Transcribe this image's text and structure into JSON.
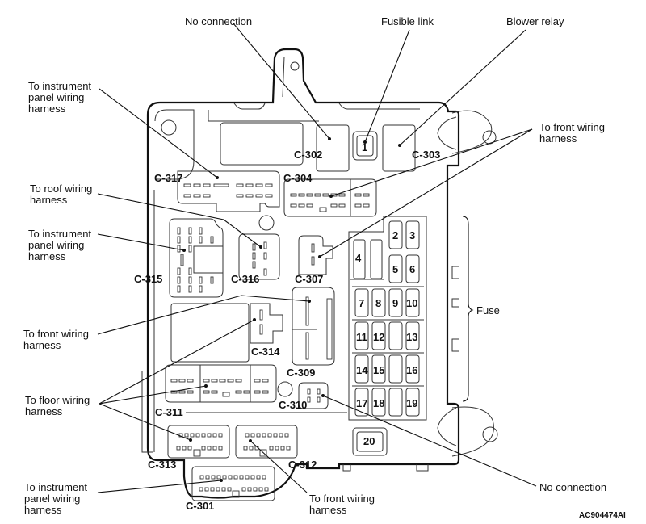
{
  "diagram": {
    "title_code": "AC904474AI",
    "labels": {
      "no_connection_top": "No connection",
      "fusible_link": "Fusible link",
      "blower_relay": "Blower relay",
      "to_ip_harness_1": [
        "To instrument",
        "panel wiring",
        "harness"
      ],
      "to_front_harness_tr": [
        "To front wiring",
        "harness"
      ],
      "to_roof_harness": [
        "To roof wiring",
        "harness"
      ],
      "to_ip_harness_2": [
        "To instrument",
        "panel wiring",
        "harness"
      ],
      "fuse": "Fuse",
      "to_front_harness_l": [
        "To front wiring",
        "harness"
      ],
      "to_floor_harness": [
        "To floor wiring",
        "harness"
      ],
      "to_ip_harness_3": [
        "To instrument",
        "panel wiring",
        "harness"
      ],
      "to_front_harness_b": [
        "To front wiring",
        "harness"
      ],
      "no_connection_bottom": "No connection"
    },
    "connectors": {
      "c302": "C-302",
      "c303": "C-303",
      "c317": "C-317",
      "c304": "C-304",
      "c315": "C-315",
      "c316": "C-316",
      "c307": "C-307",
      "c314": "C-314",
      "c309": "C-309",
      "c311": "C-311",
      "c310": "C-310",
      "c313": "C-313",
      "c312": "C-312",
      "c301": "C-301"
    },
    "fuses": {
      "f1": "1",
      "f2": "2",
      "f3": "3",
      "f4": "4",
      "f5": "5",
      "f6": "6",
      "f7": "7",
      "f8": "8",
      "f9": "9",
      "f10": "10",
      "f11": "11",
      "f12": "12",
      "f13": "13",
      "f14": "14",
      "f15": "15",
      "f16": "16",
      "f17": "17",
      "f18": "18",
      "f19": "19",
      "f20": "20"
    }
  }
}
